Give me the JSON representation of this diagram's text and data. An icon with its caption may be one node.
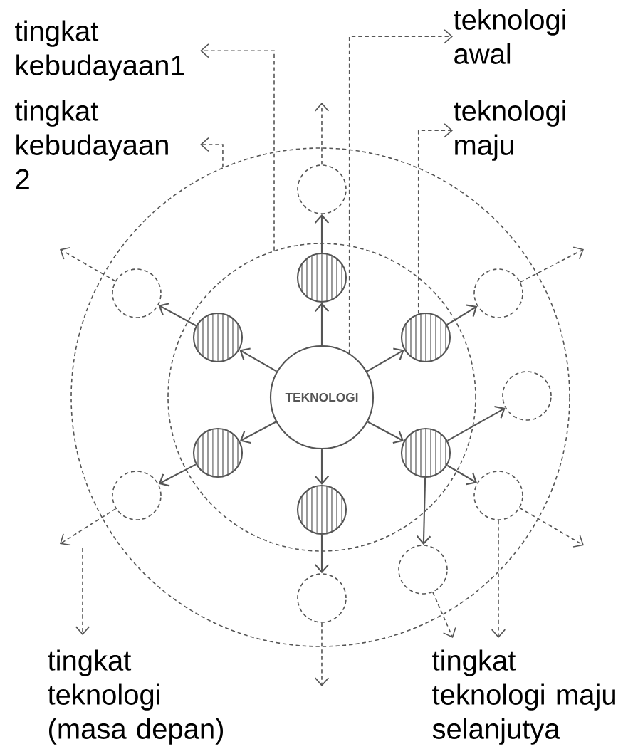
{
  "diagram": {
    "nodes": [
      {
        "text": [
          "tingkat kebudayaan1"
        ]
      },
      {
        "text": [
          "tingkat kebudayaan 2"
        ]
      },
      {
        "text": [
          "teknologi awal"
        ]
      },
      {
        "text": [
          "teknologi maju"
        ]
      },
      {
        "text": [],
        "shape": "circle"
      },
      {
        "text": [],
        "shape": "circle",
        "in": 4
      },
      {
        "text": [
          "TEKNOLOGI"
        ],
        "in": 5
      },
      {
        "text": [],
        "shape": "circle",
        "in": 5
      },
      {
        "text": [],
        "shape": "circle",
        "in": 5
      },
      {
        "text": [],
        "shape": "circle",
        "in": 5
      },
      {
        "text": [],
        "shape": "circle",
        "in": 5
      },
      {
        "text": [],
        "shape": "circle",
        "in": 5
      },
      {
        "text": [],
        "shape": "circle",
        "in": 5
      },
      {
        "text": [],
        "shape": "circle",
        "in": 4
      },
      {
        "text": [],
        "shape": "circle",
        "in": 4
      },
      {
        "text": [],
        "shape": "circle",
        "in": 4
      },
      {
        "text": [],
        "shape": "circle",
        "in": 4
      },
      {
        "text": [],
        "shape": "circle",
        "in": 4
      },
      {
        "text": [],
        "shape": "circle",
        "in": 4
      },
      {
        "text": [],
        "shape": "circle",
        "in": 4
      },
      {
        "text": [],
        "shape": "circle",
        "in": 4
      },
      {
        "text": [
          "tingkat teknologi (masa depan)"
        ]
      },
      {
        "text": [
          "tingkat teknologi maju selanjutya"
        ]
      }
    ],
    "edges": [
      {
        "from": 6,
        "to": 7,
        "arrow": "to"
      },
      {
        "from": 6,
        "to": 8,
        "arrow": "to"
      },
      {
        "from": 6,
        "to": 9,
        "arrow": "to"
      },
      {
        "from": 6,
        "to": 10,
        "arrow": "to"
      },
      {
        "from": 6,
        "to": 11,
        "arrow": "to"
      },
      {
        "from": 6,
        "to": 12,
        "arrow": "to"
      },
      {
        "from": 7,
        "to": 13,
        "arrow": "to"
      },
      {
        "from": 8,
        "to": 14,
        "arrow": "to"
      },
      {
        "from": 9,
        "to": 15,
        "arrow": "to"
      },
      {
        "from": 10,
        "to": 16,
        "arrow": "to"
      },
      {
        "from": 11,
        "to": 17,
        "arrow": "to"
      },
      {
        "from": 11,
        "to": 18,
        "arrow": "to"
      },
      {
        "from": 11,
        "to": 19,
        "arrow": "to"
      },
      {
        "from": 12,
        "to": 20,
        "arrow": "to"
      },
      {
        "from": 13,
        "to": null,
        "arrow": "to",
        "style": "dashed"
      },
      {
        "from": 14,
        "to": null,
        "arrow": "to",
        "style": "dashed"
      },
      {
        "from": 15,
        "to": null,
        "arrow": "to",
        "style": "dashed"
      },
      {
        "from": 16,
        "to": null,
        "arrow": "to",
        "style": "dashed"
      },
      {
        "from": 18,
        "to": null,
        "arrow": "to",
        "style": "dashed"
      },
      {
        "from": 20,
        "to": null,
        "arrow": "to",
        "style": "dashed"
      },
      {
        "from": 5,
        "to": 0,
        "arrow": "to",
        "style": "dashed"
      },
      {
        "from": 4,
        "to": 1,
        "arrow": "to",
        "style": "dashed"
      },
      {
        "from": 6,
        "to": 2,
        "arrow": "to",
        "style": "dashed"
      },
      {
        "from": 9,
        "to": 3,
        "arrow": "to",
        "style": "dashed"
      },
      {
        "from": null,
        "to": 21,
        "arrow": "to",
        "style": "dashed"
      },
      {
        "from": 19,
        "to": 22,
        "arrow": "to",
        "style": "dashed"
      },
      {
        "from": 18,
        "to": 22,
        "arrow": "to",
        "style": "dashed"
      }
    ]
  }
}
